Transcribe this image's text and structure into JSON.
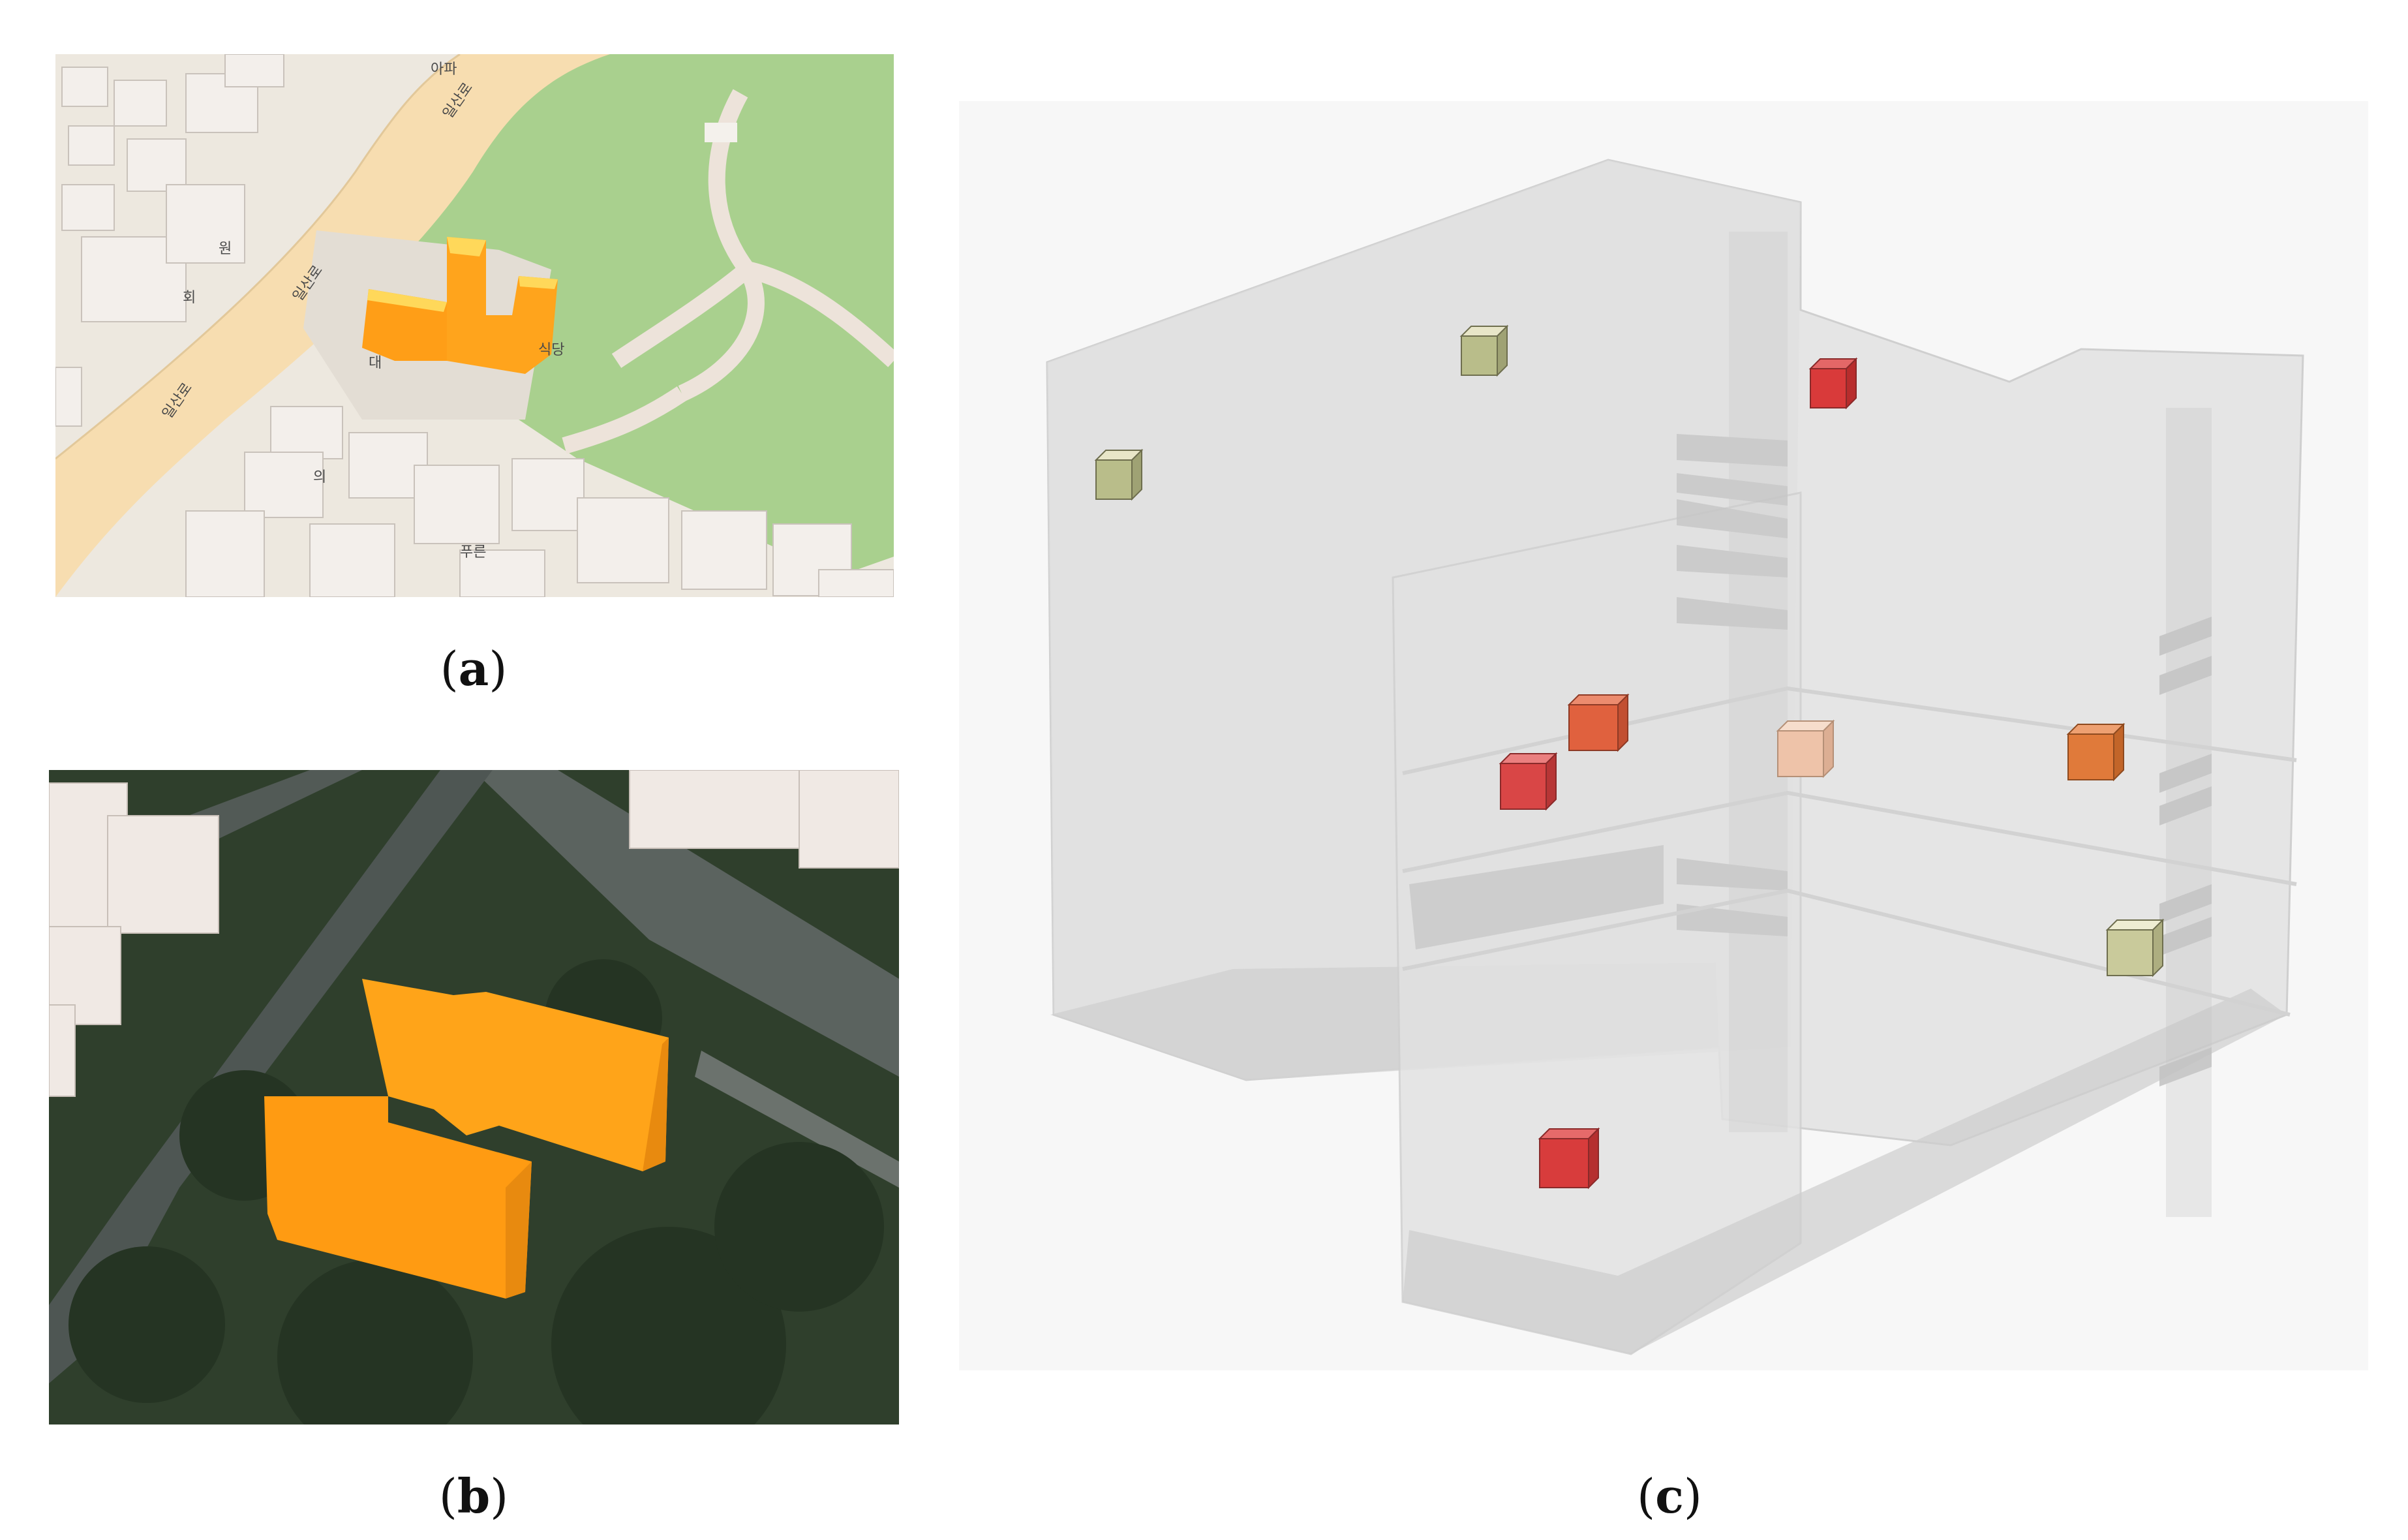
{
  "captions": [
    {
      "open": "(",
      "letter": "a",
      "close": ")"
    },
    {
      "open": "(",
      "letter": "b",
      "close": ")"
    },
    {
      "open": "(",
      "letter": "c",
      "close": ")"
    }
  ],
  "map_a": {
    "labels": [
      "일산로",
      "일산로",
      "일산로",
      "대",
      "식당",
      "푸른",
      "의",
      "회",
      "원",
      "아파"
    ],
    "colors": {
      "road": "#f7ddb0",
      "park": "#a9d08e",
      "ground": "#ece6dc",
      "building": "#f3efeb",
      "highlight": "#ffa41c",
      "path": "#efe4dc"
    }
  },
  "satellite_b": {
    "colors": {
      "vegetation": "#2f3f2c",
      "road": "#5b635f",
      "building": "#f0e9e4",
      "highlight": "#ffa419"
    }
  },
  "model_c": {
    "colors": {
      "background": "#f7f7f7",
      "shell": "#d4d4d4",
      "shell_edge": "#c4c4c4"
    },
    "sensor_colors": [
      "#b9bd8a",
      "#d93a3a",
      "#e0613e",
      "#d94646",
      "#eec3a9",
      "#e07a3a",
      "#c9ca9b",
      "#d83c3c"
    ]
  }
}
